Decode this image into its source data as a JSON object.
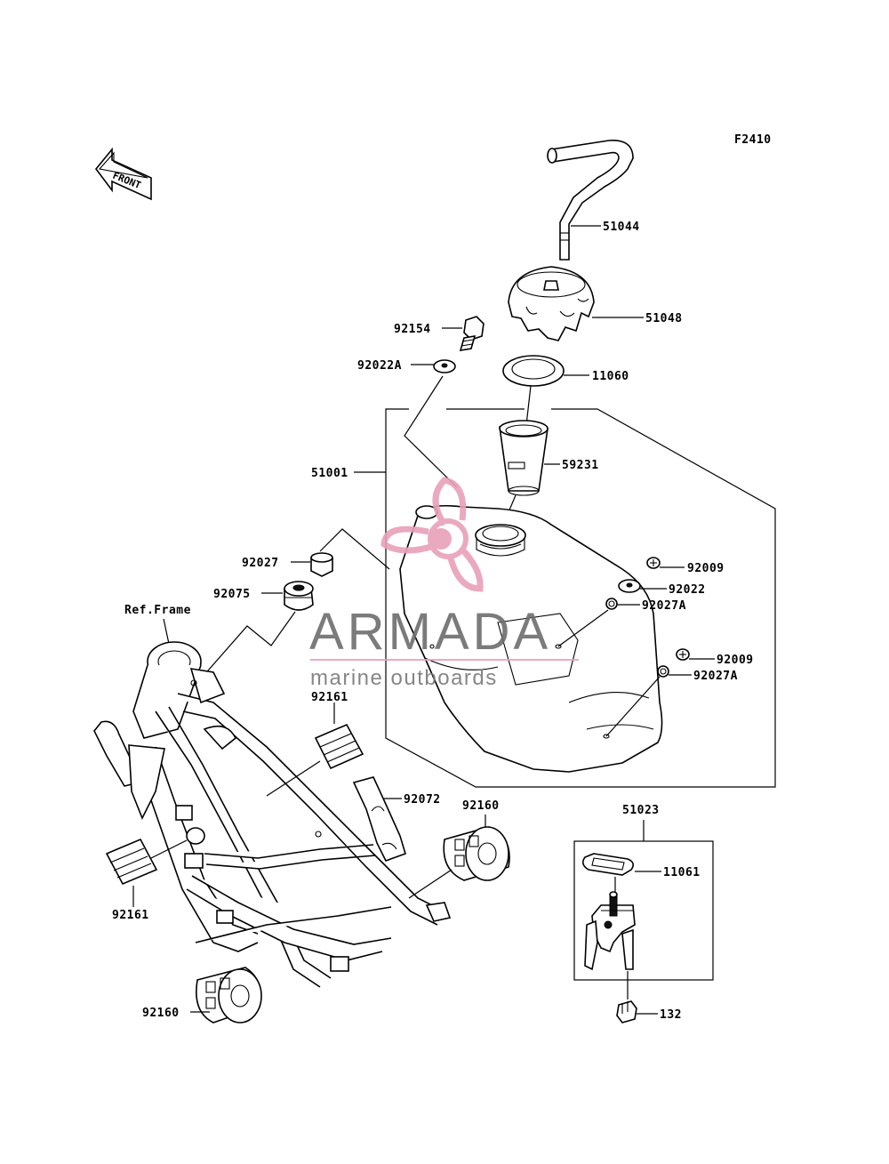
{
  "figure_code": "F2410",
  "front_label": "FRONT",
  "ref_label": "Ref.Frame",
  "watermark": {
    "brand": "ARMADA",
    "tagline": "marine outboards",
    "logo_color": "#e8a0b8",
    "text_color": "#6d6d6d"
  },
  "parts": {
    "p51044": "51044",
    "p51048": "51048",
    "p92154": "92154",
    "p92022A": "92022A",
    "p11060": "11060",
    "p51001": "51001",
    "p59231": "59231",
    "p92027": "92027",
    "p92075": "92075",
    "p92009a": "92009",
    "p92022": "92022",
    "p92027Aa": "92027A",
    "p92009b": "92009",
    "p92027Ab": "92027A",
    "p92161a": "92161",
    "p92072": "92072",
    "p92160a": "92160",
    "p51023": "51023",
    "p11061": "11061",
    "p92161b": "92161",
    "p132": "132",
    "p92160b": "92160"
  }
}
